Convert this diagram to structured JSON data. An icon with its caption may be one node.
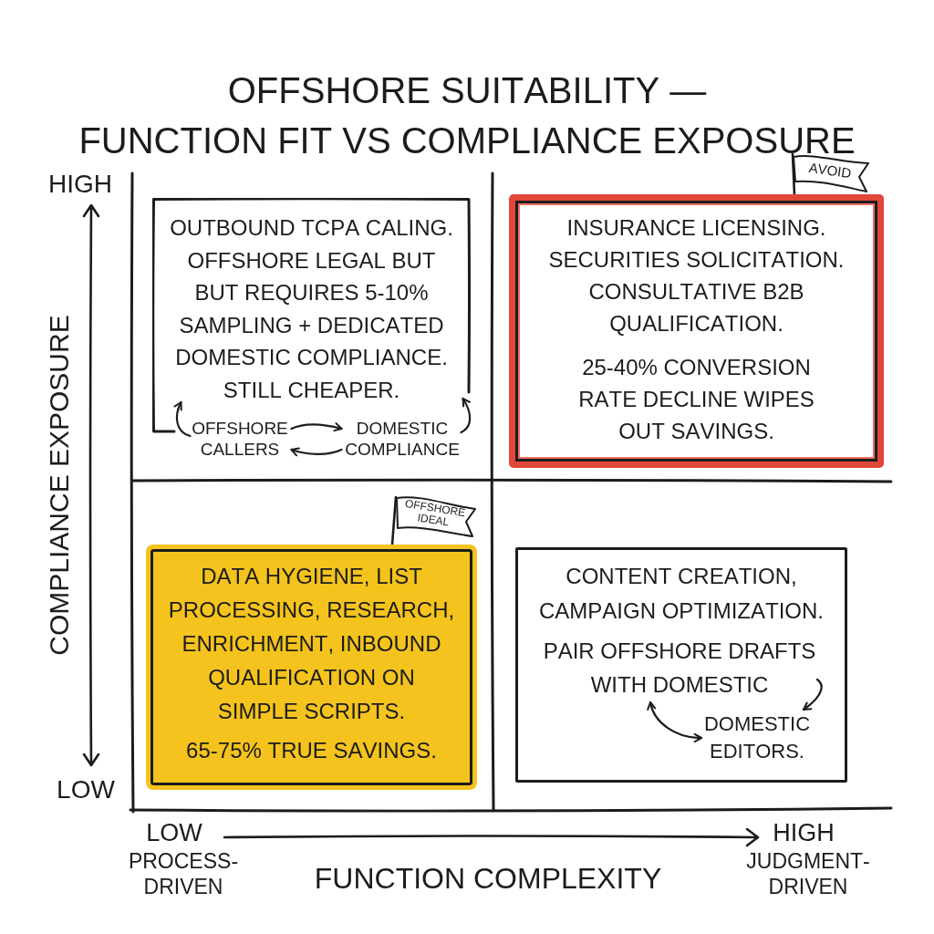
{
  "diagram": {
    "title": "OFFSHORE SUITABILITY — FUNCTION FIT VS COMPLIANCE EXPOSURE",
    "nodes": [
      {
        "text": [
          "OUTBOUND TCPA CALING. OFFSHORE LEGAL BUT BUT REQUIRES 5-10% SAMPLING + DEDICATED DOMESTIC COMPLIANCE. STILL CHEAPER."
        ]
      },
      {
        "text": [
          "OFFSHORE CALLERS"
        ],
        "in": 0
      },
      {
        "text": [
          "DOMESTIC COMPLIANCE"
        ],
        "in": 0
      },
      {
        "text": [
          "AVOID"
        ]
      },
      {
        "text": [
          "INSURANCE LICENSING. SECURITIES SOLICITATION. CONSULTATIVE B2B QUALIFICATION.",
          "25-40% CONVERSION RATE DECLINE WIPES OUT SAVINGS."
        ]
      },
      {
        "text": [
          "OFFSHORE IDEAL"
        ]
      },
      {
        "text": [
          "DATA HYGIENE, LIST PROCESSING, RESEARCH, ENRICHMENT, INBOUND QUALIFICATION ON SIMPLE SCRIPTS.",
          "65-75% TRUE SAVINGS."
        ]
      },
      {
        "text": [
          "CONTENT CREATION, CAMPAIGN OPTIMIZATION."
        ]
      },
      {
        "text": [
          "PAIR OFFSHORE DRAFTS WITH DOMESTIC"
        ],
        "in": 7
      },
      {
        "text": [
          "DOMESTIC EDITORS."
        ],
        "in": 7
      }
    ],
    "edges": [
      {
        "from": 1,
        "to": 2,
        "arrow": "to"
      },
      {
        "from": 2,
        "to": 1,
        "arrow": "to"
      },
      {
        "from": 1,
        "to": null,
        "arrow": "to"
      },
      {
        "from": 2,
        "to": null,
        "arrow": "to"
      },
      {
        "from": 8,
        "to": 9,
        "arrow": "to"
      },
      {
        "from": 8,
        "to": 9,
        "arrow": "both"
      }
    ],
    "labels": [
      "HIGH",
      "COMPLIANCE EXPOSURE",
      "LOW",
      "LOW",
      "PROCESS-DRIVEN",
      "FUNCTION COMPLEXITY",
      "HIGH",
      "JUDGMENT-DRIVEN"
    ]
  }
}
